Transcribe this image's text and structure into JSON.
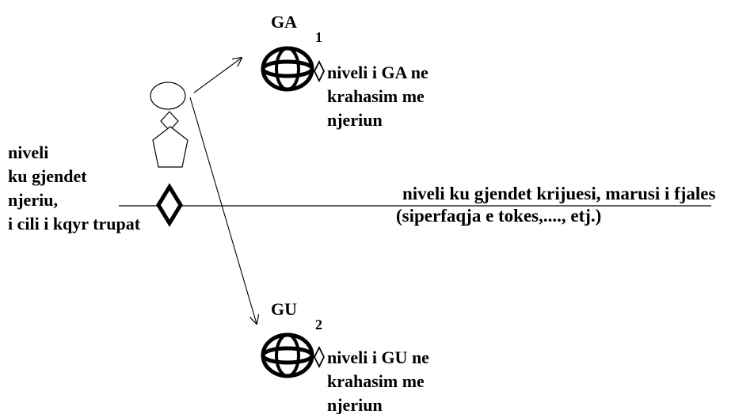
{
  "ga": {
    "title": "GA",
    "number": "1",
    "lines": [
      "niveli i GA ne",
      "krahasim me",
      "njeriun"
    ]
  },
  "gu": {
    "title": "GU",
    "number": "2",
    "lines": [
      "niveli i GU ne",
      "krahasim me",
      "njeriun"
    ]
  },
  "human_level": {
    "lines": [
      "niveli",
      "ku gjendet",
      "njeriu,",
      "i cili i kqyr trupat"
    ]
  },
  "creator_level": {
    "lines": [
      "niveli ku gjendet krijuesi, marusi i fjales",
      "(siperfaqja e tokes,...., etj.)"
    ]
  }
}
